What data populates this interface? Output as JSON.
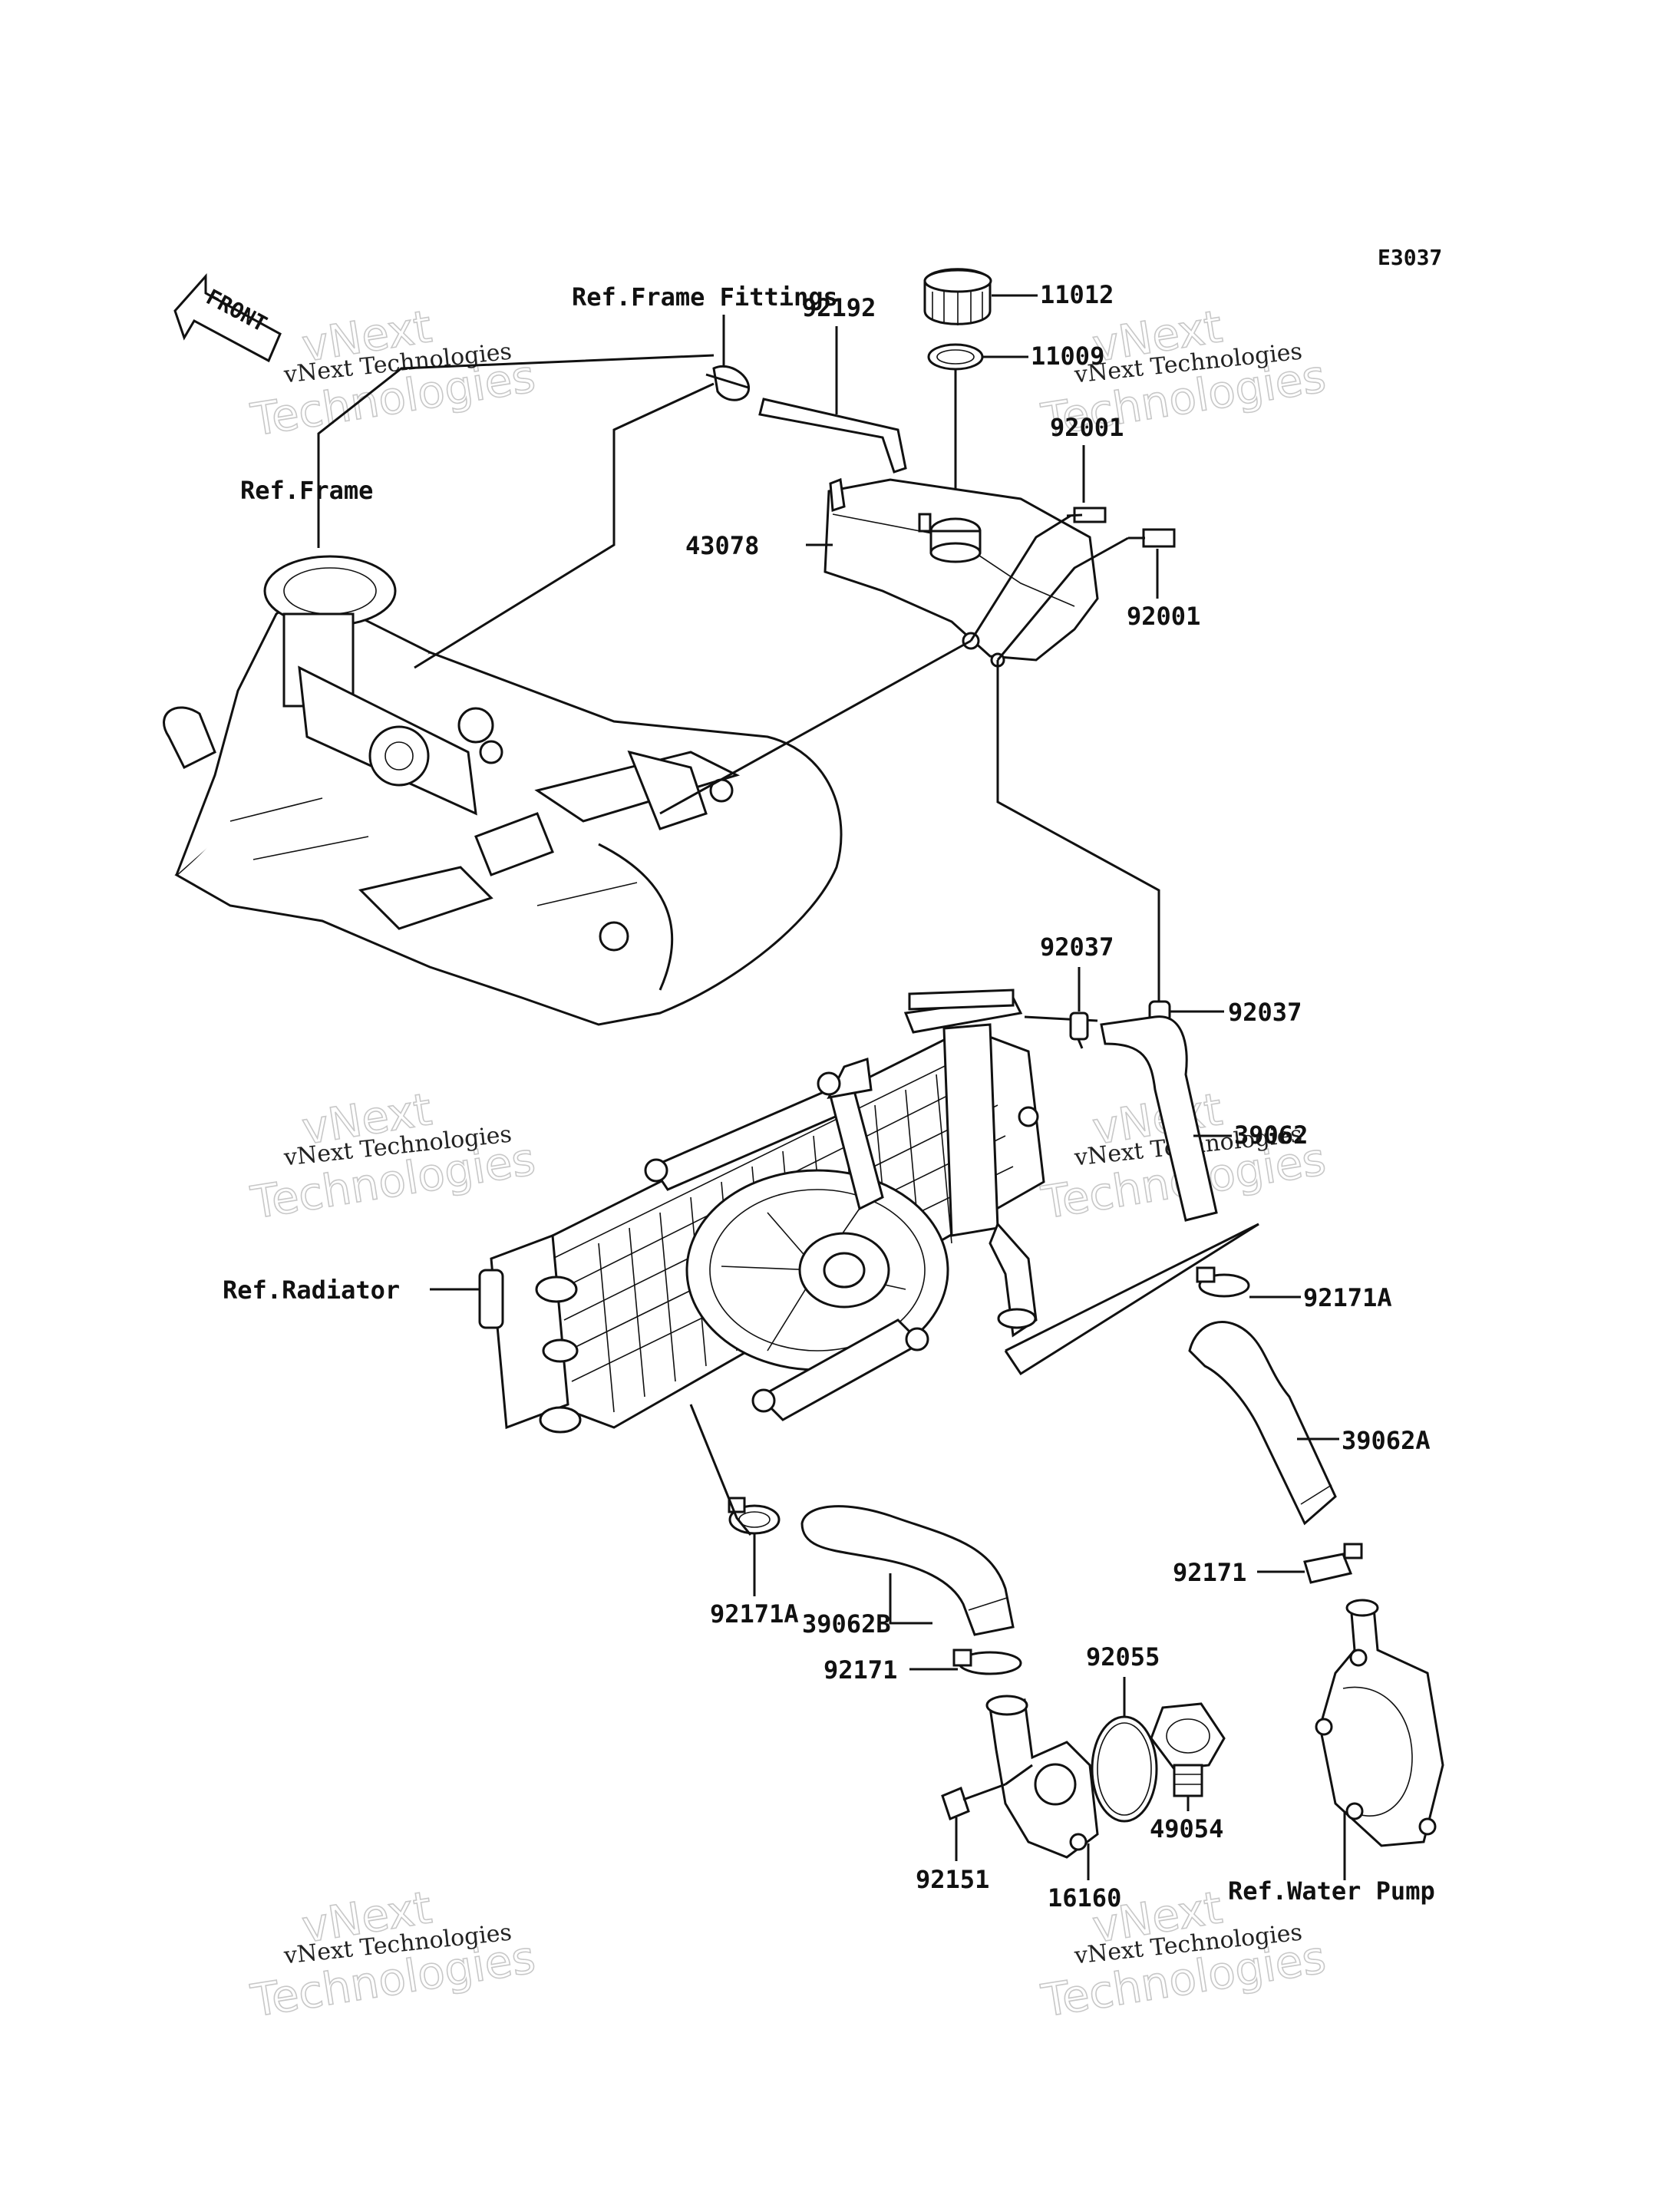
{
  "diagram_code": "E3037",
  "front_badge": "FRONT",
  "watermark": {
    "line1": "vNext",
    "line2": "Technologies",
    "caption": "vNext Technologies"
  },
  "labels": {
    "ref_frame_fittings": "Ref.Frame Fittings",
    "ref_frame": "Ref.Frame",
    "ref_radiator": "Ref.Radiator",
    "ref_water_pump": "Ref.Water Pump",
    "p11012": "11012",
    "p11009": "11009",
    "p92192": "92192",
    "p92001_a": "92001",
    "p92001_b": "92001",
    "p43078": "43078",
    "p92037_a": "92037",
    "p92037_b": "92037",
    "p39062": "39062",
    "p92171A_a": "92171A",
    "p39062A": "39062A",
    "p92171_a": "92171",
    "p92171A_b": "92171A",
    "p39062B": "39062B",
    "p92171_b": "92171",
    "p92055": "92055",
    "p49054": "49054",
    "p92151": "92151",
    "p16160": "16160"
  }
}
